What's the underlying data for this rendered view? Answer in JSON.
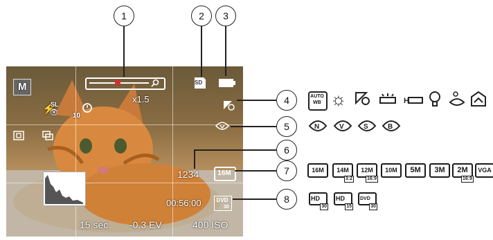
{
  "callouts": [
    "1",
    "2",
    "3",
    "4",
    "5",
    "6",
    "7",
    "8"
  ],
  "osd": {
    "mode": "M",
    "zoom": "x1.5",
    "flash_label": "SL",
    "self_timer": "10",
    "shot_count": "1234",
    "image_size": "16M",
    "record_time": "00:56:00",
    "video_size": "DVD",
    "video_fps": "30",
    "shutter": "15 sec",
    "ev": "-0.3 EV",
    "iso": "400 ISO",
    "storage": "SD"
  },
  "wb_options": [
    "AUTO WB"
  ],
  "image_sizes": [
    {
      "label": "16M",
      "sub": ""
    },
    {
      "label": "14M",
      "sub": "3:2"
    },
    {
      "label": "12M",
      "sub": "16:9"
    },
    {
      "label": "10M",
      "sub": ""
    },
    {
      "label": "5M",
      "sub": ""
    },
    {
      "label": "3M",
      "sub": ""
    },
    {
      "label": "2M",
      "sub": "16:9"
    },
    {
      "label": "VGA",
      "sub": ""
    }
  ],
  "video_sizes": [
    {
      "label": "HD",
      "sub": "30"
    },
    {
      "label": "HD",
      "sub": "15"
    },
    {
      "label": "DVD",
      "sub": "30"
    }
  ],
  "colors": {
    "accent": "#d32f2f",
    "overlay_text": "#ffffff",
    "line": "#222222"
  }
}
